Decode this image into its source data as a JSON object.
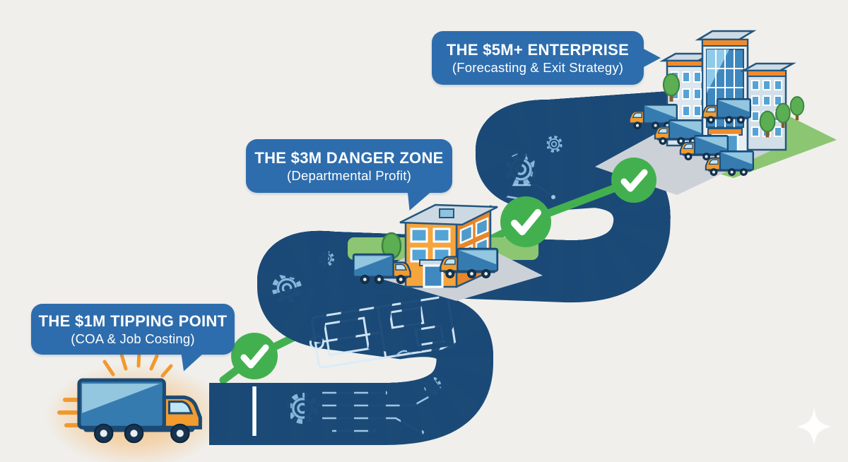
{
  "infographic": {
    "milestones": [
      {
        "title": "THE $1M TIPPING POINT",
        "subtitle": "(COA & Job Costing)",
        "marker_icon": "delivery-truck-icon",
        "reached": true
      },
      {
        "title": "THE $3M DANGER ZONE",
        "subtitle": "(Departmental Profit)",
        "marker_icon": "small-office-building-icon",
        "reached": true
      },
      {
        "title": "THE $5M+ ENTERPRISE",
        "subtitle": "(Forecasting & Exit Strategy)",
        "marker_icon": "enterprise-campus-icon",
        "reached": true
      }
    ],
    "progress": {
      "checkmark_count": 3,
      "path_style": "winding-blueprint-road",
      "direction": "bottom-left to top-right"
    },
    "icons": [
      "delivery-truck-icon",
      "small-office-building-icon",
      "enterprise-campus-icon",
      "checkmark-icon",
      "growth-arrow-icon",
      "gear-icon",
      "blueprint-floorplan-icon",
      "circuit-trace-icon",
      "tree-icon",
      "sparkle-icon"
    ],
    "colors": {
      "background": "#f0efec",
      "road": "#2f6fa8",
      "road_edge": "#1b4a77",
      "road_line": "#ffffff",
      "blueprint": "#8fbde2",
      "bubble": "#2e6dad",
      "bubble_text": "#ffffff",
      "green": "#43b04f",
      "orange": "#f59d33",
      "lawn": "#8cc672",
      "platform": "#ccd1d8"
    }
  }
}
